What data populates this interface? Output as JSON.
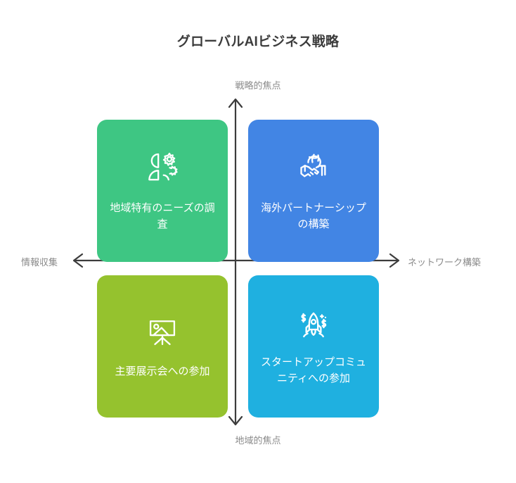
{
  "title": "グローバルAIビジネス戦略",
  "axes": {
    "top_label": "戦略的焦点",
    "bottom_label": "地域的焦点",
    "left_label": "情報収集",
    "right_label": "ネットワーク構築",
    "line_color": "#3c3c3c",
    "label_color": "#8a8a8a"
  },
  "chart_data": {
    "type": "table",
    "title": "グローバルAIビジネス戦略",
    "xlabel": "情報収集 ↔ ネットワーク構築",
    "ylabel": "地域的焦点 ↔ 戦略的焦点",
    "x_axis": {
      "left": "情報収集",
      "right": "ネットワーク構築"
    },
    "y_axis": {
      "top": "戦略的焦点",
      "bottom": "地域的焦点"
    },
    "categories": [
      "左上",
      "右上",
      "左下",
      "右下"
    ],
    "quadrants": [
      {
        "position": "top-left",
        "label": "地域特有のニーズの調査",
        "color": "#3ec683",
        "icon": "user-research-gear-icon",
        "x_axis_side": "情報収集",
        "y_axis_side": "戦略的焦点"
      },
      {
        "position": "top-right",
        "label": "海外パートナーシップの構築",
        "color": "#4285e4",
        "icon": "handshake-globe-icon",
        "x_axis_side": "ネットワーク構築",
        "y_axis_side": "戦略的焦点"
      },
      {
        "position": "bottom-left",
        "label": "主要展示会への参加",
        "color": "#95c22e",
        "icon": "presentation-easel-icon",
        "x_axis_side": "情報収集",
        "y_axis_side": "地域的焦点"
      },
      {
        "position": "bottom-right",
        "label": "スタートアップコミュニティへの参加",
        "color": "#1fb0e0",
        "icon": "rocket-money-icon",
        "x_axis_side": "ネットワーク構築",
        "y_axis_side": "地域的焦点"
      }
    ]
  },
  "quadrants": {
    "top_left": {
      "label": "地域特有のニーズの調査",
      "color": "#3ec683"
    },
    "top_right": {
      "label": "海外パートナーシップの構築",
      "color": "#4285e4"
    },
    "bottom_left": {
      "label": "主要展示会への参加",
      "color": "#95c22e"
    },
    "bottom_right": {
      "label": "スタートアップコミュニティへの参加",
      "color": "#1fb0e0"
    }
  }
}
